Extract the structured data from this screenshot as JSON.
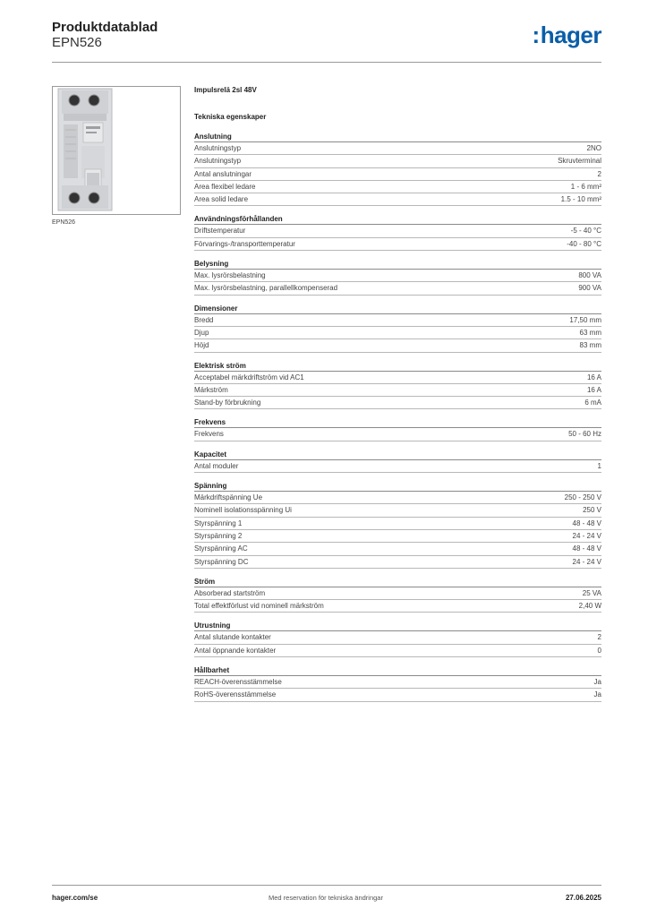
{
  "header": {
    "title": "Produktdatablad",
    "code": "EPN526",
    "logo_text": "hager",
    "logo_color": "#0a5ea8"
  },
  "product": {
    "image_caption": "EPN526",
    "name": "Impulsrelä 2sl 48V",
    "spec_heading": "Tekniska egenskaper"
  },
  "sections": [
    {
      "title": "Anslutning",
      "rows": [
        {
          "label": "Anslutningstyp",
          "value": "2NO"
        },
        {
          "label": "Anslutningstyp",
          "value": "Skruvterminal"
        },
        {
          "label": "Antal anslutningar",
          "value": "2"
        },
        {
          "label": "Area flexibel ledare",
          "value": "1 - 6 mm²"
        },
        {
          "label": "Area solid ledare",
          "value": "1.5 - 10 mm²"
        }
      ]
    },
    {
      "title": "Användningsförhållanden",
      "rows": [
        {
          "label": "Driftstemperatur",
          "value": "-5 - 40 °C"
        },
        {
          "label": "Förvarings-/transporttemperatur",
          "value": "-40 - 80 °C"
        }
      ]
    },
    {
      "title": "Belysning",
      "rows": [
        {
          "label": "Max. lysrörsbelastning",
          "value": "800 VA"
        },
        {
          "label": "Max. lysrörsbelastning, parallellkompenserad",
          "value": "900 VA"
        }
      ]
    },
    {
      "title": "Dimensioner",
      "rows": [
        {
          "label": "Bredd",
          "value": "17,50 mm"
        },
        {
          "label": "Djup",
          "value": "63 mm"
        },
        {
          "label": "Höjd",
          "value": "83 mm"
        }
      ]
    },
    {
      "title": "Elektrisk ström",
      "rows": [
        {
          "label": "Acceptabel märkdriftström vid AC1",
          "value": "16 A"
        },
        {
          "label": "Märkström",
          "value": "16 A"
        },
        {
          "label": "Stand-by förbrukning",
          "value": "6 mA"
        }
      ]
    },
    {
      "title": "Frekvens",
      "rows": [
        {
          "label": "Frekvens",
          "value": "50 - 60 Hz"
        }
      ]
    },
    {
      "title": "Kapacitet",
      "rows": [
        {
          "label": "Antal moduler",
          "value": "1"
        }
      ]
    },
    {
      "title": "Spänning",
      "rows": [
        {
          "label": "Märkdriftspänning Ue",
          "value": "250 - 250 V"
        },
        {
          "label": "Nominell isolationsspänning Ui",
          "value": "250 V"
        },
        {
          "label": "Styrspänning 1",
          "value": "48 - 48 V"
        },
        {
          "label": "Styrspänning 2",
          "value": "24 - 24 V"
        },
        {
          "label": "Styrspänning AC",
          "value": "48 - 48 V"
        },
        {
          "label": "Styrspänning DC",
          "value": "24 - 24 V"
        }
      ]
    },
    {
      "title": "Ström",
      "rows": [
        {
          "label": "Absorberad startström",
          "value": "25 VA"
        },
        {
          "label": "Total effektförlust vid nominell märkström",
          "value": "2,40 W"
        }
      ]
    },
    {
      "title": "Utrustning",
      "rows": [
        {
          "label": "Antal slutande kontakter",
          "value": "2"
        },
        {
          "label": "Antal öppnande kontakter",
          "value": "0"
        }
      ]
    },
    {
      "title": "Hållbarhet",
      "rows": [
        {
          "label": "REACH-överensstämmelse",
          "value": "Ja"
        },
        {
          "label": "RoHS-överensstämmelse",
          "value": "Ja"
        }
      ]
    }
  ],
  "footer": {
    "website": "hager.com/se",
    "notice": "Med reservation för tekniska ändringar",
    "date": "27.06.2025"
  }
}
